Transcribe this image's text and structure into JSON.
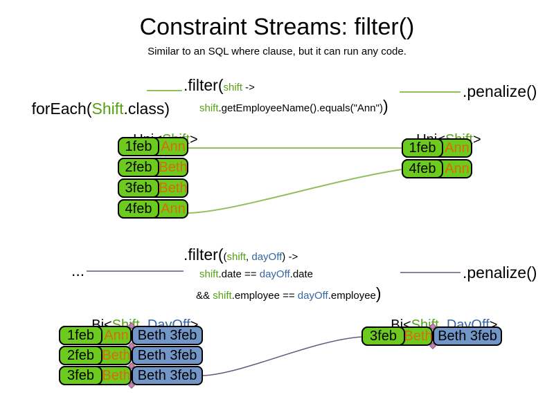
{
  "title": "Constraint Streams: filter()",
  "subtitle": "Similar to an SQL where clause, but it can run any code.",
  "colors": {
    "shift_green": "#56a014",
    "dayoff_blue": "#3465a4",
    "name_orange": "#d96b0c",
    "card_green": "#6ccb1e",
    "card_blue": "#7296c8",
    "connector_green": "#8fc05a",
    "connector_purple": "#6a5480"
  },
  "flow1": {
    "foreach_pre": "forEach(",
    "foreach_type": "Shift",
    "foreach_post": ".class)",
    "filter_method": ".filter(",
    "filter_param": "shift",
    "filter_arrow": " ->",
    "filter_body_var": "shift",
    "filter_body": ".getEmployeeName().equals(\"Ann\")",
    "filter_close": ")",
    "penalize": ".penalize()",
    "left_header_pre": "Uni<",
    "left_header_type": "Shift",
    "left_header_post": ">",
    "right_header_pre": "Uni<",
    "right_header_type": "Shift",
    "right_header_post": ">",
    "left_rows": [
      {
        "date": "1feb",
        "name": "Ann"
      },
      {
        "date": "2feb",
        "name": "Beth"
      },
      {
        "date": "3feb",
        "name": "Beth"
      },
      {
        "date": "4feb",
        "name": "Ann"
      }
    ],
    "right_rows": [
      {
        "date": "1feb",
        "name": "Ann"
      },
      {
        "date": "4feb",
        "name": "Ann"
      }
    ]
  },
  "flow2": {
    "ellipsis": "...",
    "filter_method": ".filter(",
    "open_paren": "(",
    "param1": "shift",
    "comma": ", ",
    "param2": "dayOff",
    "close_paren": ")",
    "arrow": " ->",
    "l2_var1": "shift",
    "l2_mid": ".date == ",
    "l2_var2": "dayOff",
    "l2_end": ".date",
    "l3_pre": "&& ",
    "l3_var1": "shift",
    "l3_mid": ".employee == ",
    "l3_var2": "dayOff",
    "l3_end": ".employee",
    "l3_close": ")",
    "penalize": ".penalize()",
    "left_header_pre": "Bi<",
    "left_header_type1": "Shift",
    "left_header_comma": ", ",
    "left_header_type2": "DayOff",
    "left_header_post": ">",
    "right_header_pre": "Bi<",
    "right_header_type1": "Shift",
    "right_header_comma": ", ",
    "right_header_type2": "DayOff",
    "right_header_post": ">",
    "left_rows": [
      {
        "date": "1feb",
        "name": "Ann",
        "pair": "Beth 3feb"
      },
      {
        "date": "2feb",
        "name": "Beth",
        "pair": "Beth 3feb"
      },
      {
        "date": "3feb",
        "name": "Beth",
        "pair": "Beth 3feb"
      }
    ],
    "right_rows": [
      {
        "date": "3feb",
        "name": "Beth",
        "pair": "Beth 3feb"
      }
    ]
  }
}
